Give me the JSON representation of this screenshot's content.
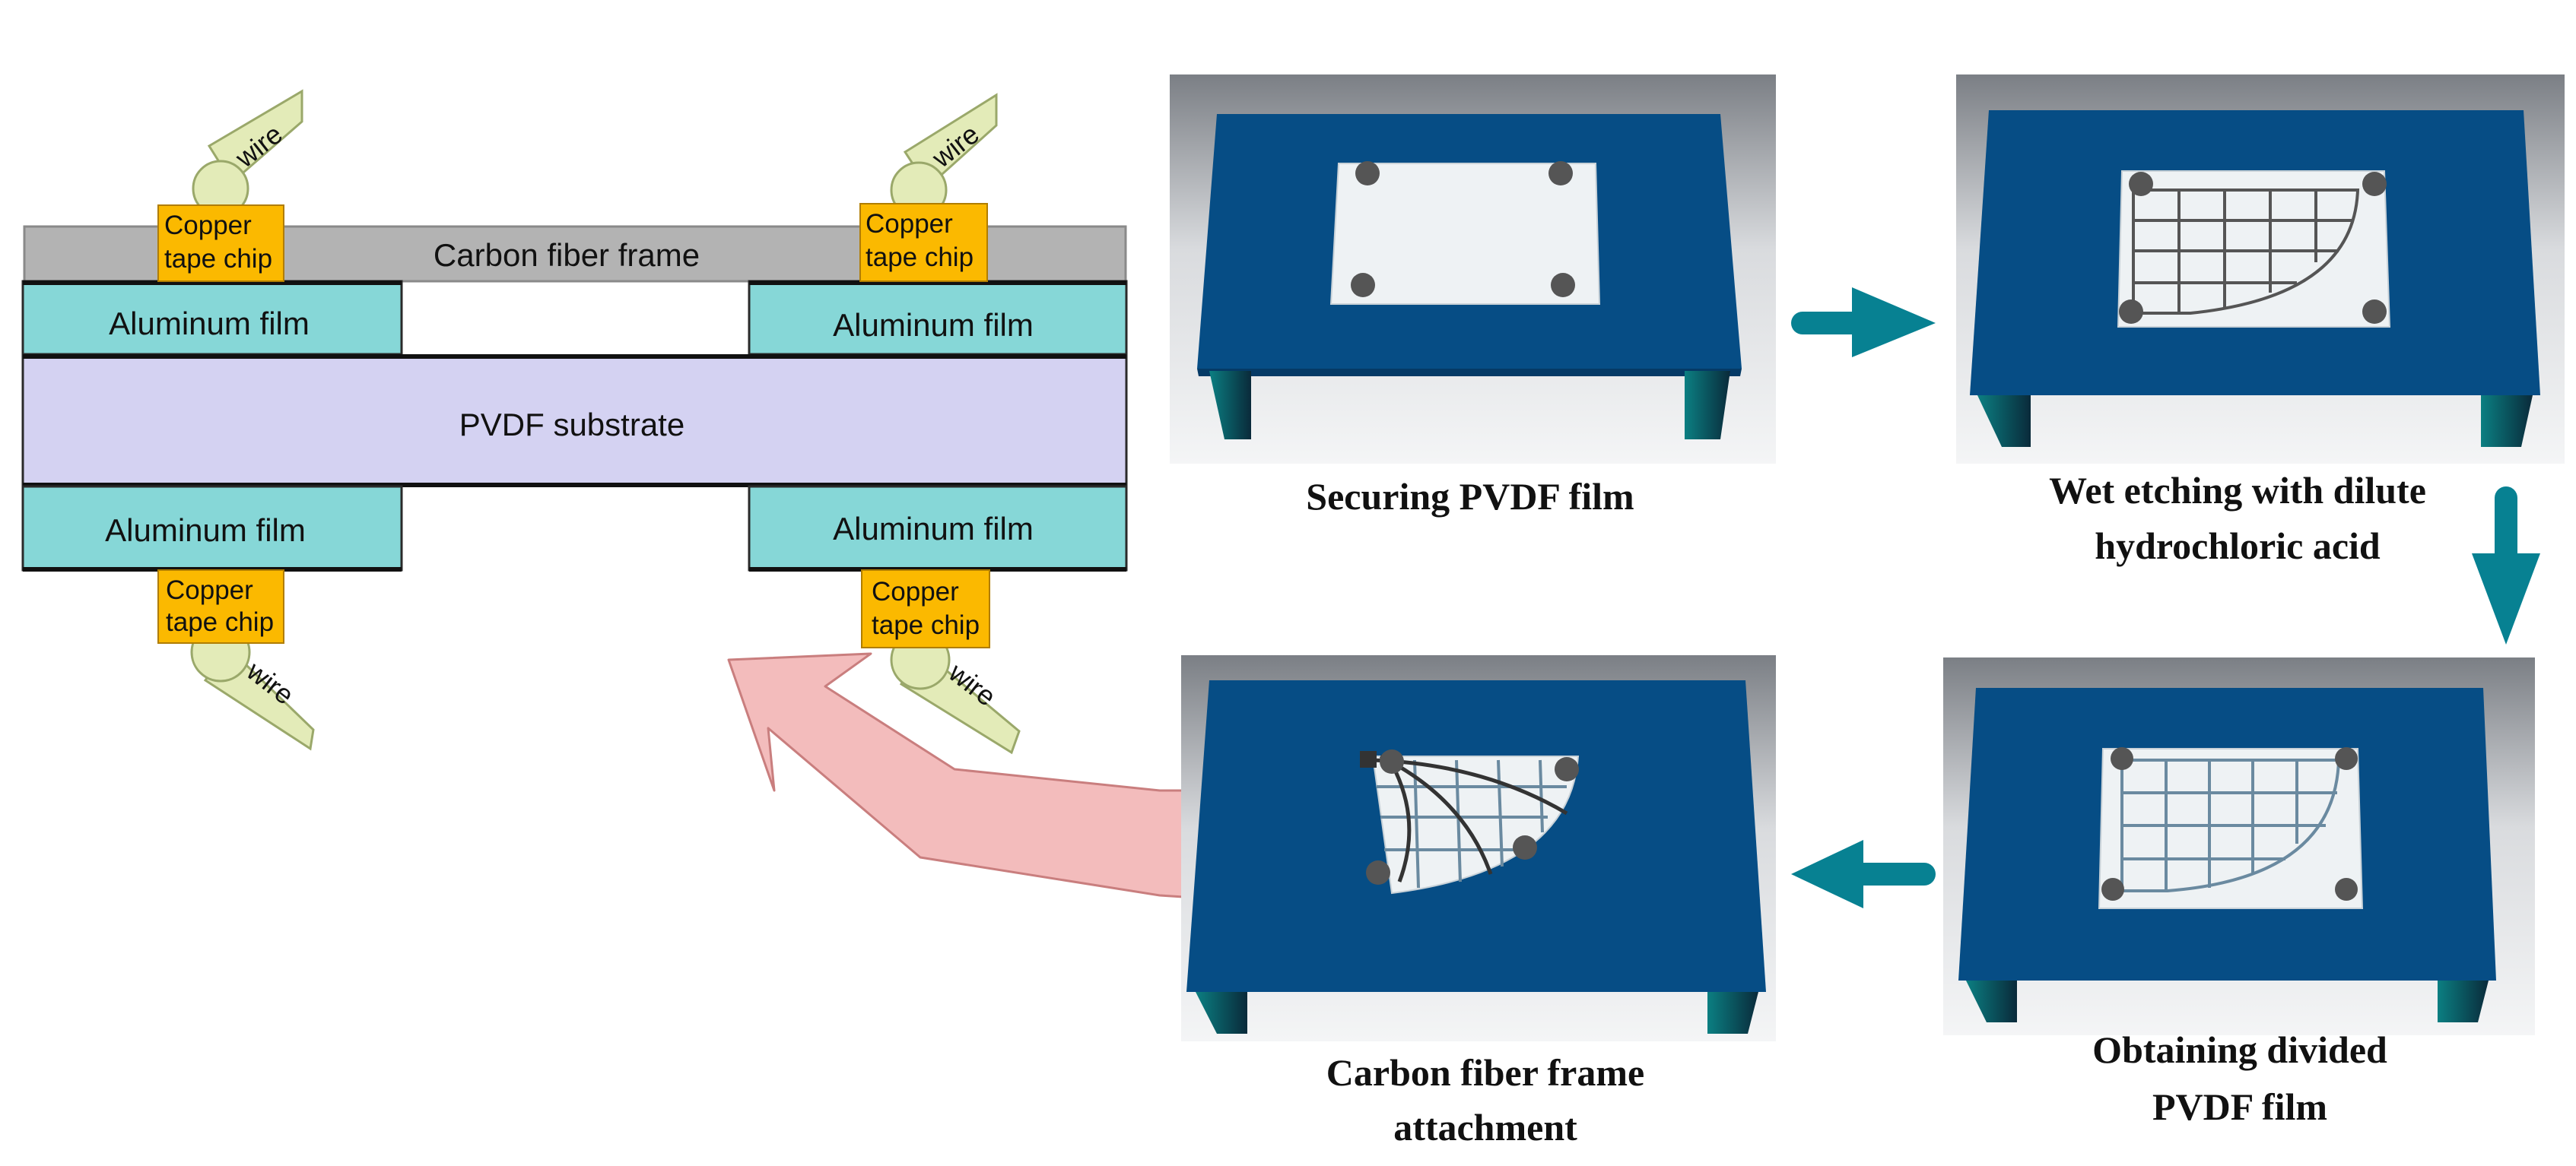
{
  "cross_section": {
    "frame_label": "Carbon fiber frame",
    "film_top_left": "Aluminum film",
    "film_top_right": "Aluminum film",
    "substrate_label": "PVDF substrate",
    "film_bottom_left": "Aluminum film",
    "film_bottom_right": "Aluminum film",
    "chip_line1": "Copper",
    "chip_line2": "tape chip",
    "wire_label": "wire"
  },
  "steps": {
    "s1": {
      "line1": "Securing PVDF film",
      "line2": ""
    },
    "s2": {
      "line1": "Wet etching with  dilute",
      "line2": "hydrochloric acid"
    },
    "s3": {
      "line1": "Obtaining divided",
      "line2": "PVDF film"
    },
    "s4": {
      "line1": "Carbon fiber frame",
      "line2": "attachment"
    }
  },
  "colors": {
    "frame": "#b3b3b3",
    "aluminum": "#86d7d7",
    "substrate": "#d4d2f2",
    "chip": "#fbb900",
    "wire": "#e3ebb8",
    "table": "#064d85",
    "flow_arrow": "#078192",
    "big_arrow": "#f3bcbc"
  }
}
